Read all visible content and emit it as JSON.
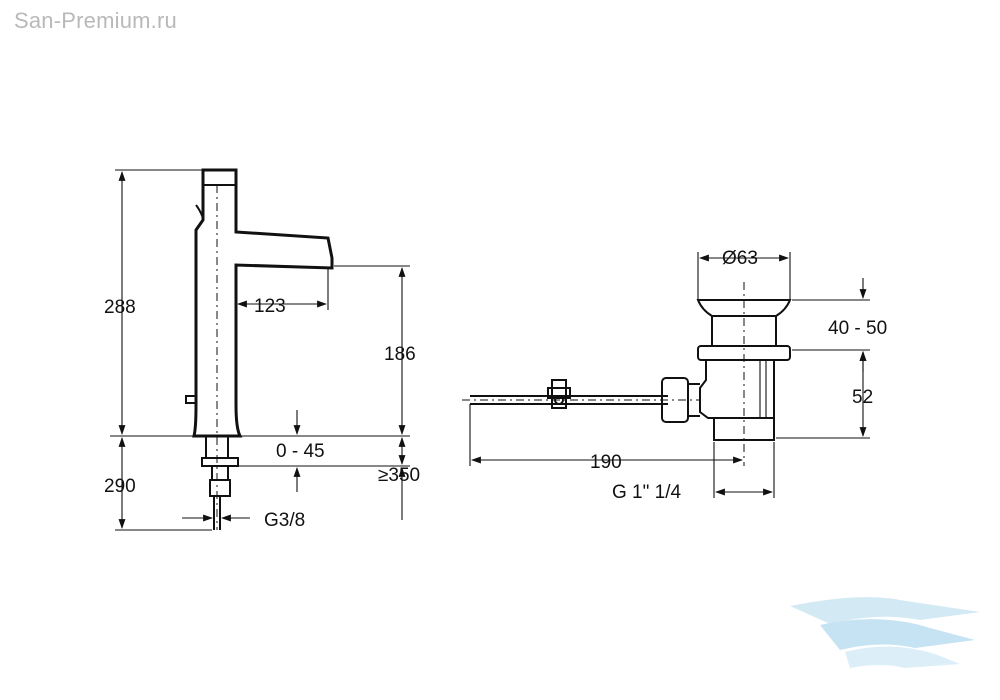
{
  "watermark": "San-Premium.ru",
  "dimensions": {
    "faucet_height": "288",
    "spout_reach": "123",
    "spout_height": "186",
    "deck_thickness": "0 - 45",
    "hose_length_top": "290",
    "hose_length_min": "≥350",
    "connection": "G3/8"
  },
  "drain": {
    "diameter": "Ø63",
    "drain_height": "40 - 50",
    "body_height": "52",
    "rod_length": "190",
    "thread": "G 1\" 1/4"
  },
  "logo": {
    "color": "#bfe0f2"
  }
}
